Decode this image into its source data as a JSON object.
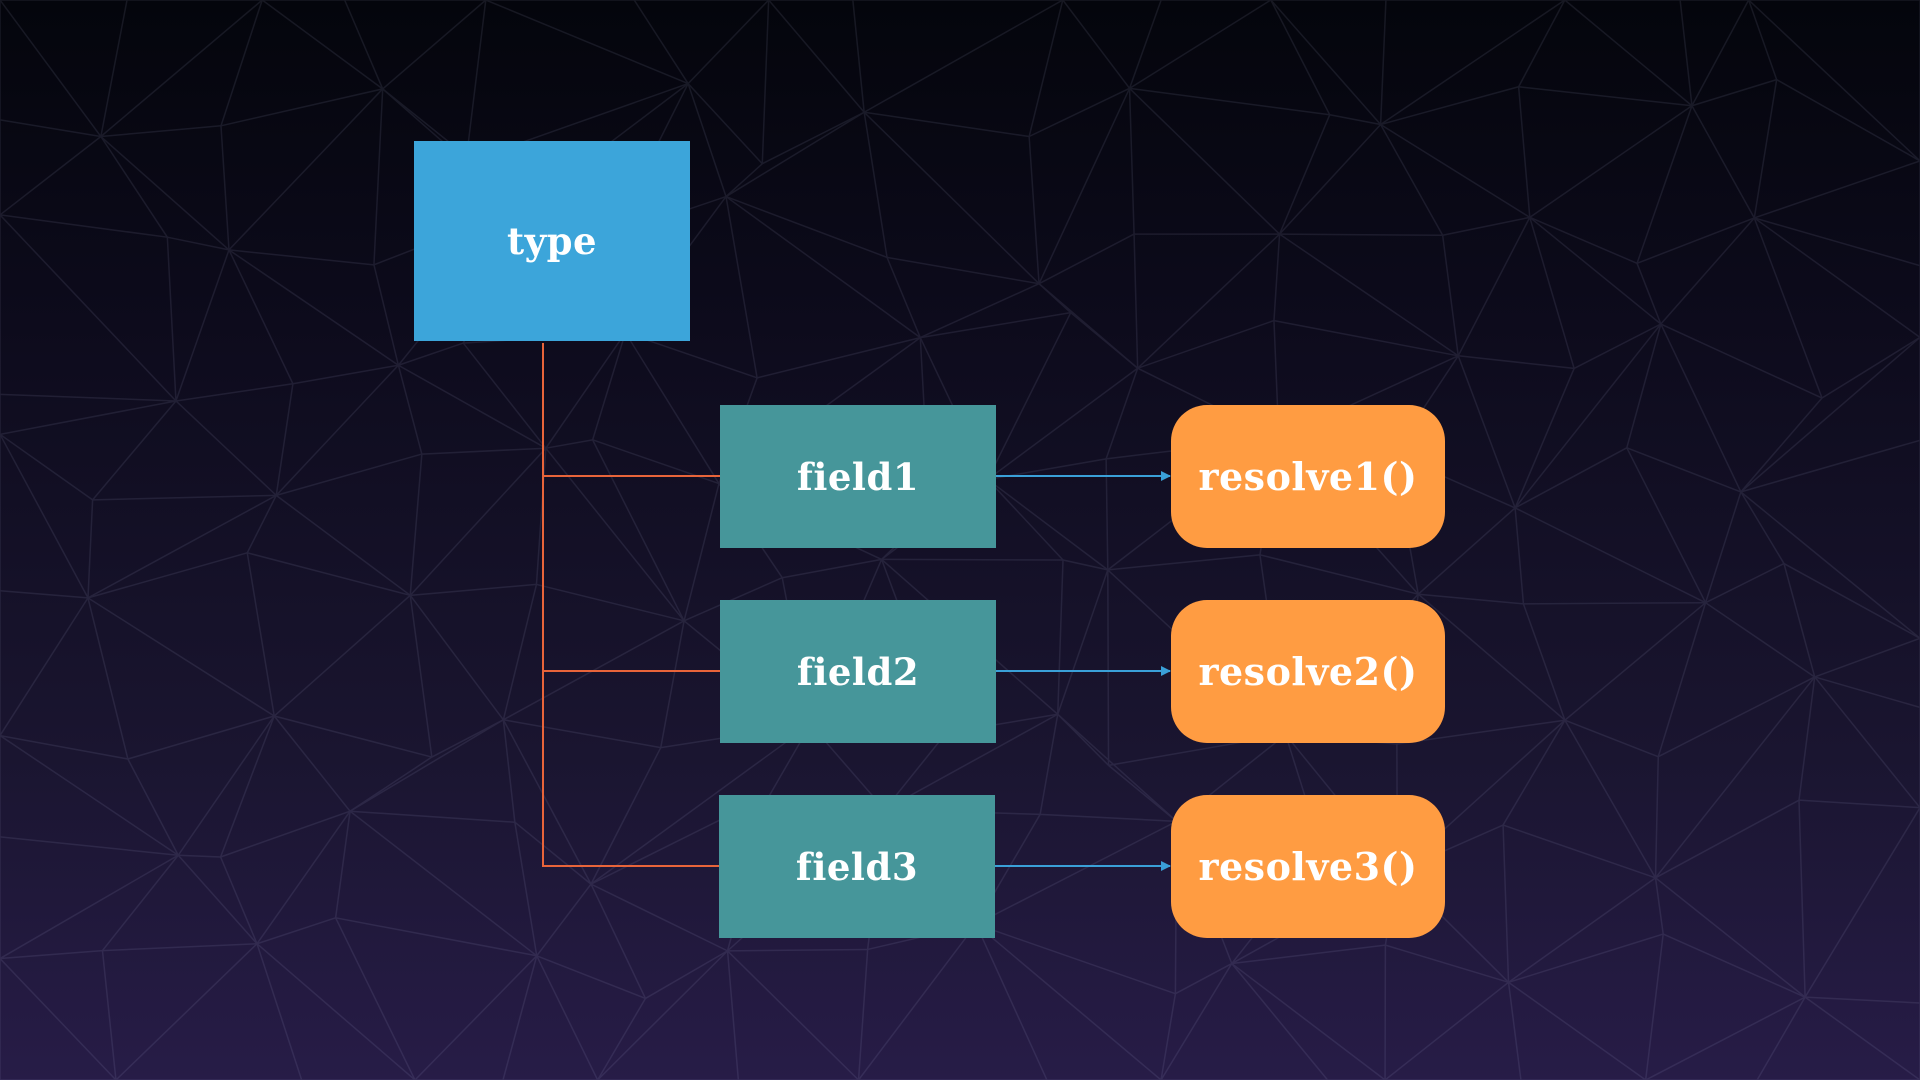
{
  "diagram": {
    "root": {
      "label": "type",
      "color": "#3ca5da"
    },
    "fields": [
      {
        "label": "field1",
        "resolver": "resolve1()"
      },
      {
        "label": "field2",
        "resolver": "resolve2()"
      },
      {
        "label": "field3",
        "resolver": "resolve3()"
      }
    ],
    "colors": {
      "field": "#46969a",
      "resolver": "#ff9c42",
      "tree_line": "#e8643a",
      "arrow": "#3aa0d8",
      "background_top": "#04050c",
      "background_bottom": "#271c47"
    }
  }
}
